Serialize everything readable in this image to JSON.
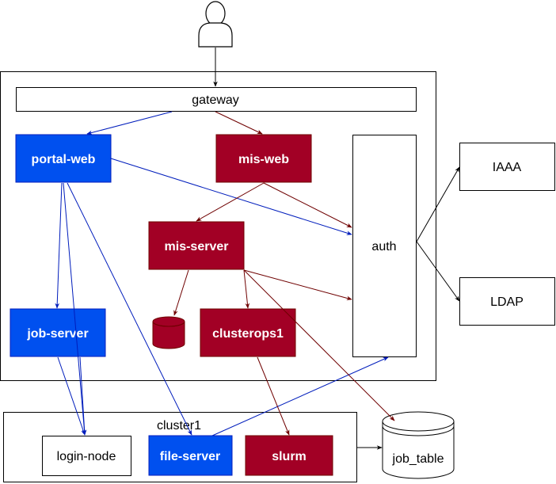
{
  "nodes": {
    "gateway": "gateway",
    "portal_web": "portal-web",
    "mis_web": "mis-web",
    "mis_server": "mis-server",
    "auth": "auth",
    "job_server": "job-server",
    "clusterops1": "clusterops1",
    "iaaa": "IAAA",
    "ldap": "LDAP",
    "cluster1": "cluster1",
    "login_node": "login-node",
    "file_server": "file-server",
    "slurm": "slurm",
    "job_table": "job_table"
  },
  "colors": {
    "blue_fill": "#0050ef",
    "blue_stroke": "#001dbc",
    "red_fill": "#a20025",
    "red_stroke": "#6f0000",
    "blue_edge": "#001dbc",
    "red_edge": "#6f0000"
  },
  "icons": {
    "user": "person-icon",
    "database": "cylinder-icon"
  }
}
